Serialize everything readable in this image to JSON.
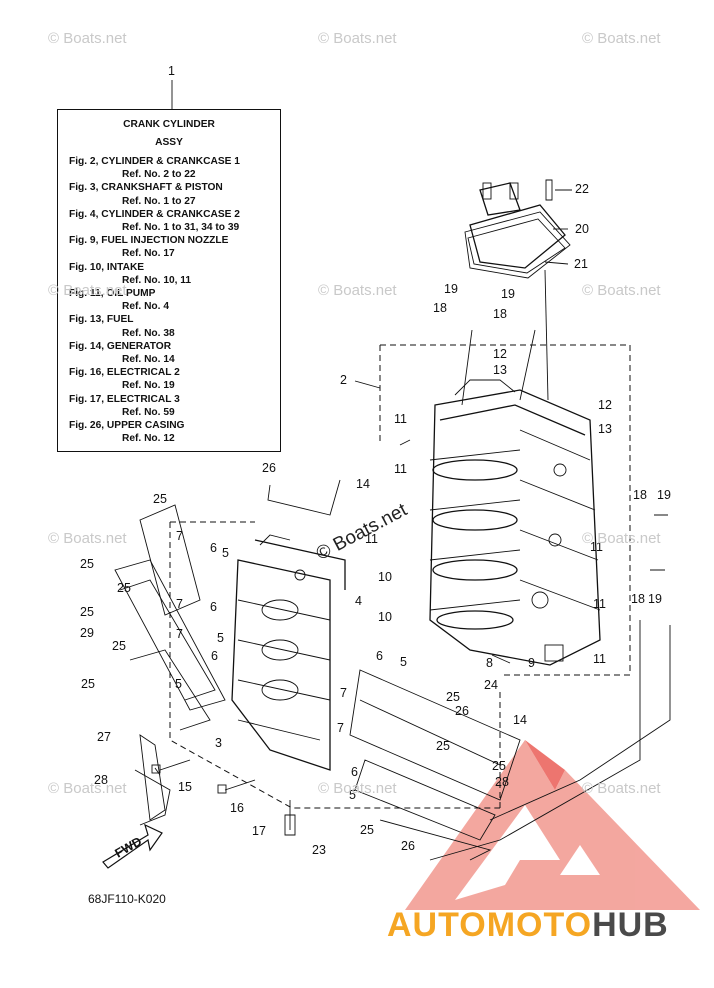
{
  "legend": {
    "ref_number": "1",
    "title_line1": "CRANK  CYLINDER",
    "title_line2": "ASSY",
    "entries": [
      {
        "fig": "Fig. 2, CYLINDER & CRANKCASE 1",
        "ref": "Ref. No. 2 to 22"
      },
      {
        "fig": "Fig. 3, CRANKSHAFT & PISTON",
        "ref": "Ref. No. 1 to 27"
      },
      {
        "fig": "Fig. 4, CYLINDER & CRANKCASE 2",
        "ref": "Ref. No. 1 to 31, 34 to 39"
      },
      {
        "fig": "Fig. 9, FUEL INJECTION NOZZLE",
        "ref": "Ref. No. 17"
      },
      {
        "fig": "Fig. 10, INTAKE",
        "ref": "Ref. No. 10, 11"
      },
      {
        "fig": "Fig. 11, OIL PUMP",
        "ref": "Ref. No. 4"
      },
      {
        "fig": "Fig. 13, FUEL",
        "ref": "Ref. No. 38"
      },
      {
        "fig": "Fig. 14, GENERATOR",
        "ref": "Ref. No. 14"
      },
      {
        "fig": "Fig. 16, ELECTRICAL 2",
        "ref": "Ref. No. 19"
      },
      {
        "fig": "Fig. 17, ELECTRICAL 3",
        "ref": "Ref. No. 59"
      },
      {
        "fig": "Fig. 26, UPPER CASING",
        "ref": "Ref. No. 12"
      }
    ]
  },
  "callouts": [
    "22",
    "20",
    "21",
    "19",
    "18",
    "19",
    "18",
    "2",
    "12",
    "13",
    "12",
    "13",
    "11",
    "11",
    "14",
    "11",
    "10",
    "10",
    "8",
    "9",
    "11",
    "18",
    "19",
    "18",
    "19",
    "11",
    "11",
    "26",
    "25",
    "7",
    "6",
    "5",
    "25",
    "25",
    "25",
    "7",
    "6",
    "5",
    "29",
    "25",
    "7",
    "6",
    "5",
    "25",
    "4",
    "6",
    "5",
    "7",
    "24",
    "25",
    "26",
    "14",
    "27",
    "3",
    "15",
    "16",
    "28",
    "7",
    "6",
    "5",
    "25",
    "25",
    "28",
    "25",
    "26",
    "17",
    "23"
  ],
  "drawing_code": "68JF110-K020",
  "watermark_text": "© Boats.net",
  "brand": {
    "part1": "AUTOMOTO",
    "part2": "HUB"
  },
  "fwd_label": "FWD",
  "colors": {
    "brand_orange": "#f5a623",
    "brand_gray": "#4a4a4a",
    "logo_red": "#e8483f",
    "watermark": "#c9c9c9"
  }
}
